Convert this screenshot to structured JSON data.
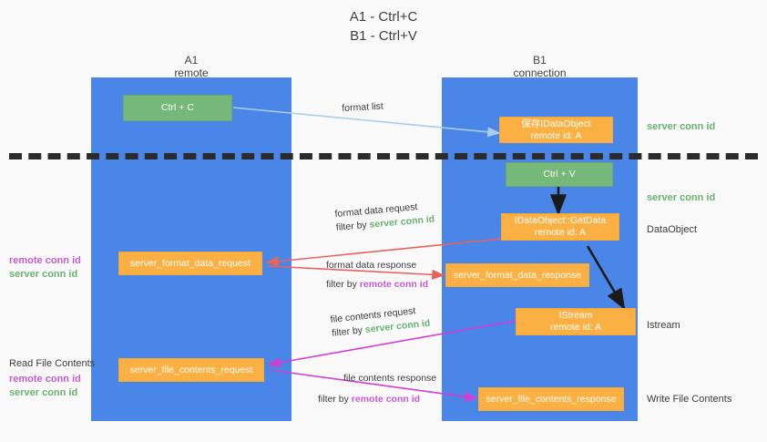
{
  "title": {
    "line1": "A1 - Ctrl+C",
    "line2": "B1 - Ctrl+V"
  },
  "columns": [
    {
      "name": "A1",
      "sub": "remote"
    },
    {
      "name": "B1",
      "sub": "connection"
    }
  ],
  "nodes": {
    "ctrl_c": {
      "label": "Ctrl + C"
    },
    "ctrl_v": {
      "label": "Ctrl + V"
    },
    "save_dataobject": {
      "line1": "保存IDataObject",
      "line2": "remote id: A"
    },
    "getdata": {
      "line1": "IDataObject::GetData",
      "line2": "remote id: A"
    },
    "istream": {
      "line1": "IStream",
      "line2": "remote id: A"
    },
    "server_format_data_request": {
      "label": "server_format_data_request"
    },
    "server_format_data_response": {
      "label": "server_format_data_response"
    },
    "server_file_contents_request": {
      "label": "server_file_contents_request"
    },
    "server_file_contents_response": {
      "label": "server_file_contents_response"
    }
  },
  "edges": {
    "format_list": {
      "line1": "format list"
    },
    "format_data_request": {
      "line1": "format data request",
      "prefix": "filter by ",
      "conn": "server conn id"
    },
    "format_data_response": {
      "line1": "format data response",
      "prefix": "filter by ",
      "conn": "remote conn id"
    },
    "file_contents_request": {
      "line1": "file contents request",
      "prefix": "filter by ",
      "conn": "server conn id"
    },
    "file_contents_response": {
      "line1": "file contents response",
      "prefix": "filter by ",
      "conn": "remote conn id"
    }
  },
  "right_labels": {
    "server_conn_id_top": "server conn id",
    "server_conn_id_mid": "server conn id",
    "dataobject": "DataObject",
    "istream": "Istream",
    "write_file_contents": "Write File Contents"
  },
  "left_labels": {
    "remote_conn_id_1": "remote conn id",
    "server_conn_id_1": "server conn id",
    "read_file_contents": "Read File Contents",
    "remote_conn_id_2": "remote conn id",
    "server_conn_id_2": "server conn id"
  },
  "colors": {
    "lane": "#4a86e8",
    "green_node": "#76b87a",
    "orange_node": "#fbb043",
    "conn_green": "#69b36f",
    "conn_purple": "#c45bd4",
    "arrow_light_blue": "#a8cdf0",
    "arrow_red": "#e8635a",
    "arrow_magenta": "#d23fd2",
    "arrow_black": "#1a1a1a"
  }
}
